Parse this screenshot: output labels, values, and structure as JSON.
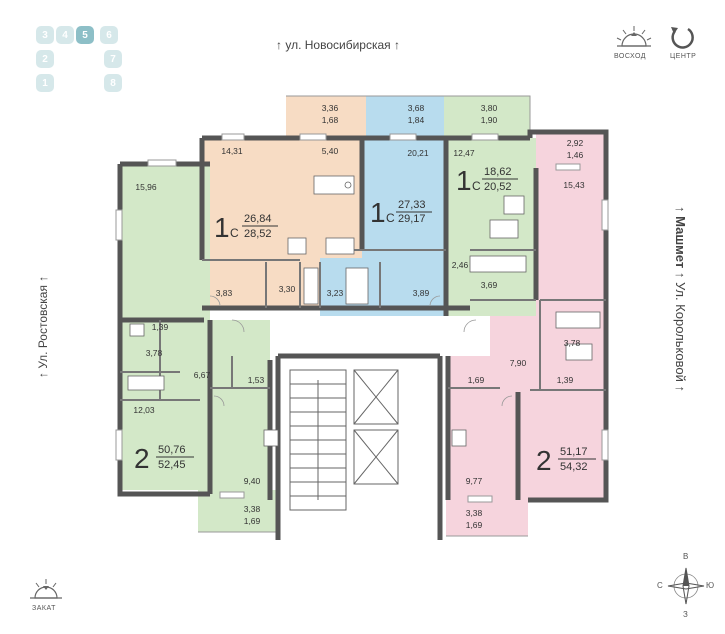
{
  "streets": {
    "top": "ул. Новосибирская",
    "left": "Ул. Ростовская",
    "right_1": "Машмет",
    "right_2": "Ул. Корольковой"
  },
  "compass_labels": {
    "sunrise": "ВОСХОД",
    "center": "ЦЕНТР",
    "sunset": "ЗАКАТ",
    "north": "В",
    "west": "С",
    "east": "Ю",
    "south": "З"
  },
  "sections": [
    "3",
    "4",
    "5",
    "6",
    "2",
    "7",
    "1",
    "8"
  ],
  "colors": {
    "green": "#d3e8c8",
    "peach": "#f7dcc4",
    "blue": "#b8dcee",
    "pink": "#f6d4dd",
    "wall": "#555555"
  },
  "apartments": {
    "a1": {
      "rooms": "1",
      "suffix": "С",
      "living": "26,84",
      "total": "28,52"
    },
    "a2": {
      "rooms": "1",
      "suffix": "С",
      "living": "27,33",
      "total": "29,17"
    },
    "a3": {
      "rooms": "1",
      "suffix": "С",
      "living": "18,62",
      "total": "20,52"
    },
    "a4": {
      "rooms": "2",
      "living": "50,76",
      "total": "52,45"
    },
    "a5": {
      "rooms": "2",
      "living": "51,17",
      "total": "54,32"
    }
  },
  "areas": {
    "bal1_a": "3,36",
    "bal1_b": "1,68",
    "bal2_a": "3,68",
    "bal2_b": "1,84",
    "bal3_a": "3,80",
    "bal3_b": "1,90",
    "bal5_a": "2,92",
    "bal5_b": "1,46",
    "a1_room": "14,31",
    "a1_kitchen": "5,40",
    "a1_hall": "3,83",
    "a1_bath": "3,30",
    "a2_room": "20,21",
    "a2_bath": "3,23",
    "a2_hall": "3,89",
    "a3_room": "12,47",
    "a3_hall": "2,46",
    "a3_bath": "3,69",
    "a4_room1": "15,96",
    "a4_wc": "1,39",
    "a4_bath": "3,78",
    "a4_hall": "6,67",
    "a4_store": "1,53",
    "a4_room2": "12,03",
    "a4_kitchen": "9,40",
    "a4_bal_a": "3,38",
    "a4_bal_b": "1,69",
    "a5_room1": "15,43",
    "a5_bath": "3,78",
    "a5_hall": "7,90",
    "a5_store": "1,69",
    "a5_wc": "1,39",
    "a5_kitchen": "9,77",
    "a5_bal_a": "3,38",
    "a5_bal_b": "1,69"
  }
}
